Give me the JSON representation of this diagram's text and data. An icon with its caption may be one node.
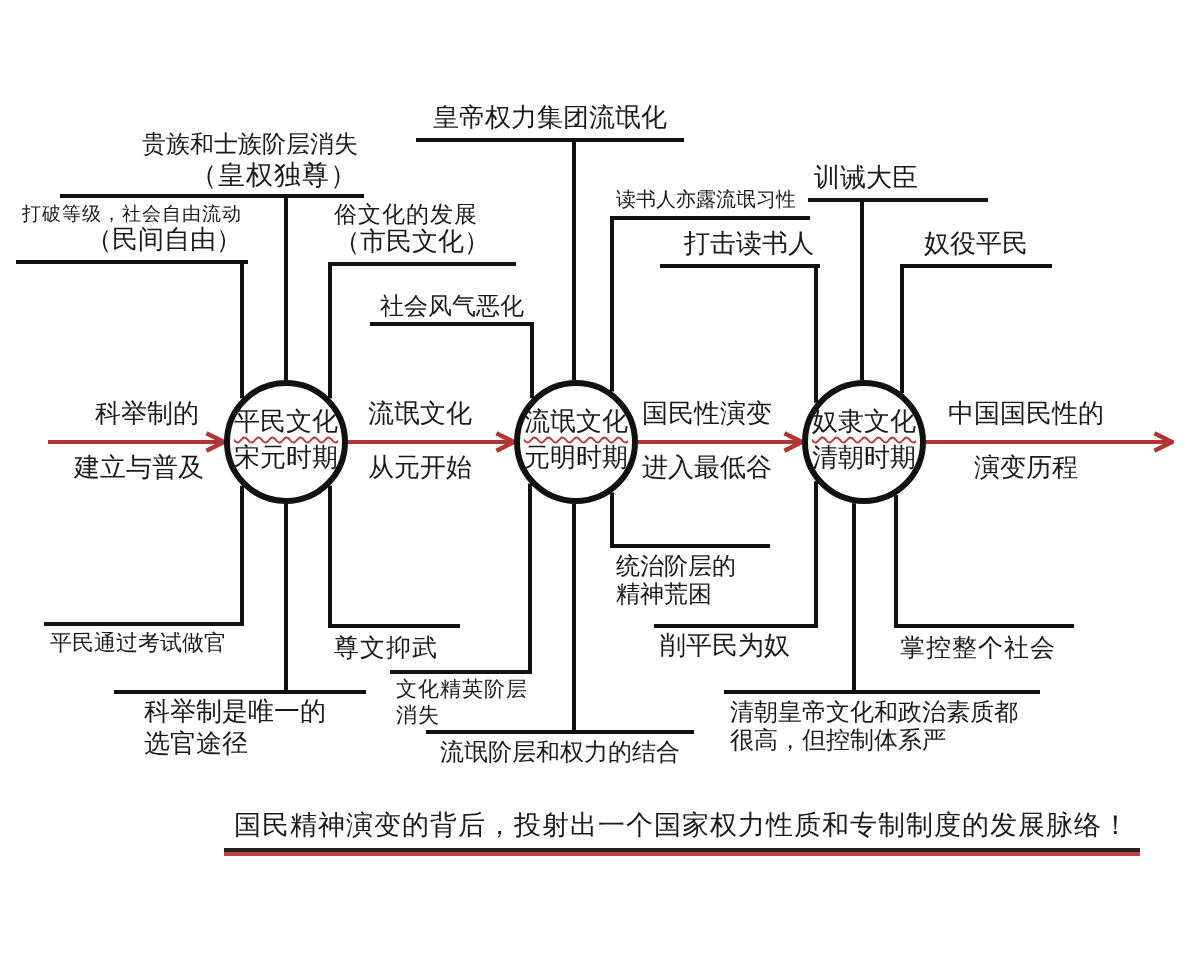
{
  "diagram": {
    "nodes": [
      {
        "text": [
          "贵族和士族阶层消失",
          "（皇权独尊）"
        ]
      },
      {
        "text": [
          "皇帝权力集团流氓化"
        ]
      },
      {
        "text": [
          "训诫大臣"
        ]
      },
      {
        "text": [
          "打破等级，社会自由流动",
          "（民间自由）"
        ]
      },
      {
        "text": [
          "俗文化的发展",
          "（市民文化）"
        ]
      },
      {
        "text": [
          "读书人亦露流氓习性"
        ]
      },
      {
        "text": [
          "奴役平民"
        ]
      },
      {
        "text": [
          "打击读书人"
        ]
      },
      {
        "text": [
          "社会风气恶化"
        ]
      },
      {
        "text": [
          "平民文化",
          "宋元时期"
        ]
      },
      {
        "text": [
          "流氓文化",
          "元明时期"
        ]
      },
      {
        "text": [
          "奴隶文化",
          "清朝时期"
        ]
      },
      {
        "text": [
          "统治阶层的精神荒困"
        ]
      },
      {
        "text": [
          "平民通过考试做官"
        ]
      },
      {
        "text": [
          "尊文抑武"
        ]
      },
      {
        "text": [
          "削平民为奴"
        ]
      },
      {
        "text": [
          "掌控整个社会"
        ]
      },
      {
        "text": [
          "文化精英阶层消失"
        ]
      },
      {
        "text": [
          "科举制是唯一的选官途径"
        ]
      },
      {
        "text": [
          "清朝皇帝文化和政治素质都很高，但控制体系严"
        ]
      },
      {
        "text": [
          "流氓阶层和权力的结合"
        ]
      }
    ],
    "edges": [
      {
        "from": null,
        "to": 9,
        "arrow": "to",
        "label": "科举制的建立与普及",
        "color": "#b03535"
      },
      {
        "from": 9,
        "to": 10,
        "arrow": "to",
        "label": "流氓文化从元开始",
        "color": "#b03535"
      },
      {
        "from": 10,
        "to": 11,
        "arrow": "to",
        "label": "国民性演变进入最低谷",
        "color": "#b03535"
      },
      {
        "from": 11,
        "to": null,
        "arrow": "to",
        "label": "中国国民性的演变历程",
        "color": "#b03535"
      },
      {
        "from": 0,
        "to": 9,
        "arrow": "none"
      },
      {
        "from": 3,
        "to": 9,
        "arrow": "none"
      },
      {
        "from": 4,
        "to": 9,
        "arrow": "none"
      },
      {
        "from": 8,
        "to": 10,
        "arrow": "none"
      },
      {
        "from": 1,
        "to": 10,
        "arrow": "none"
      },
      {
        "from": 5,
        "to": 10,
        "arrow": "none"
      },
      {
        "from": 7,
        "to": 11,
        "arrow": "none"
      },
      {
        "from": 2,
        "to": 11,
        "arrow": "none"
      },
      {
        "from": 6,
        "to": 11,
        "arrow": "none"
      },
      {
        "from": 9,
        "to": 13,
        "arrow": "none"
      },
      {
        "from": 9,
        "to": 18,
        "arrow": "none"
      },
      {
        "from": 9,
        "to": 14,
        "arrow": "none"
      },
      {
        "from": 10,
        "to": 17,
        "arrow": "none"
      },
      {
        "from": 10,
        "to": 20,
        "arrow": "none"
      },
      {
        "from": 10,
        "to": 12,
        "arrow": "none"
      },
      {
        "from": 11,
        "to": 15,
        "arrow": "none"
      },
      {
        "from": 11,
        "to": 19,
        "arrow": "none"
      },
      {
        "from": 11,
        "to": 16,
        "arrow": "none"
      }
    ],
    "caption": "国民精神演变的背后，投射出一个国家权力性质和专制制度的发展脉络！"
  }
}
